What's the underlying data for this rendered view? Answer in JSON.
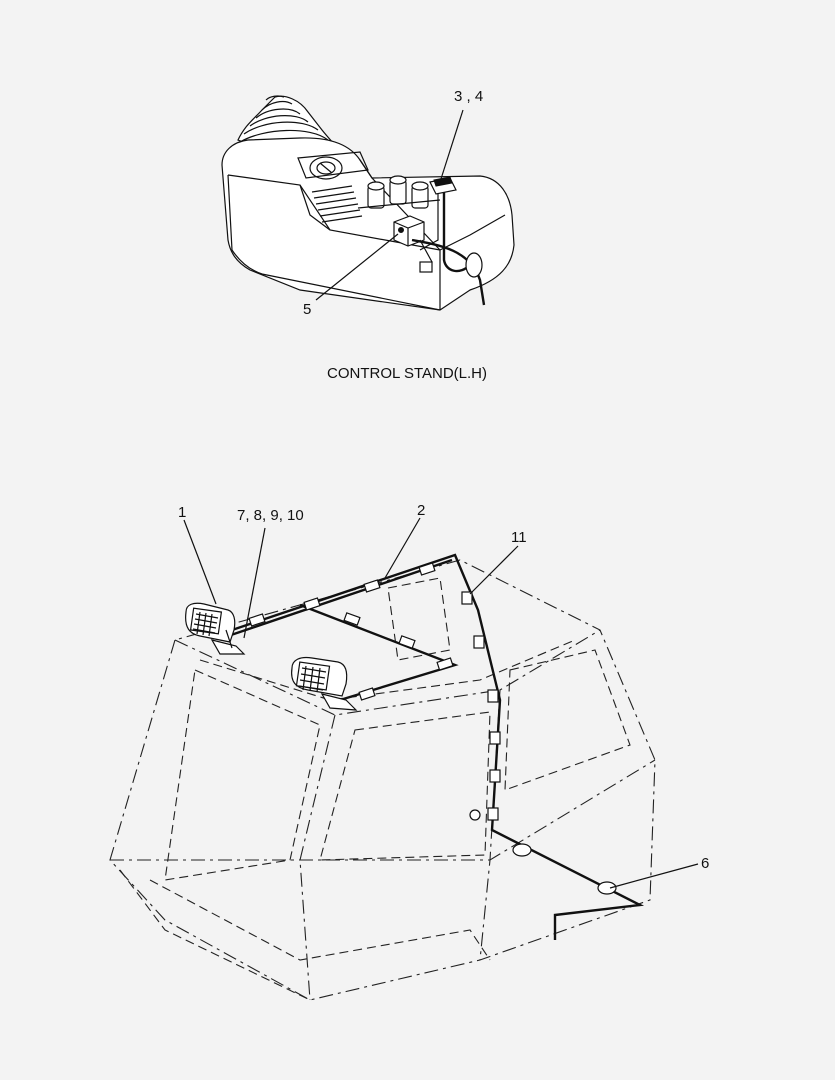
{
  "caption": "CONTROL STAND(L.H)",
  "callouts": {
    "c34": "3 , 4",
    "c5": "5",
    "c1": "1",
    "c78910": "7, 8, 9, 10",
    "c2": "2",
    "c11": "11",
    "c6": "6"
  },
  "colors": {
    "background": "#f3f3f3",
    "line": "#111111"
  }
}
